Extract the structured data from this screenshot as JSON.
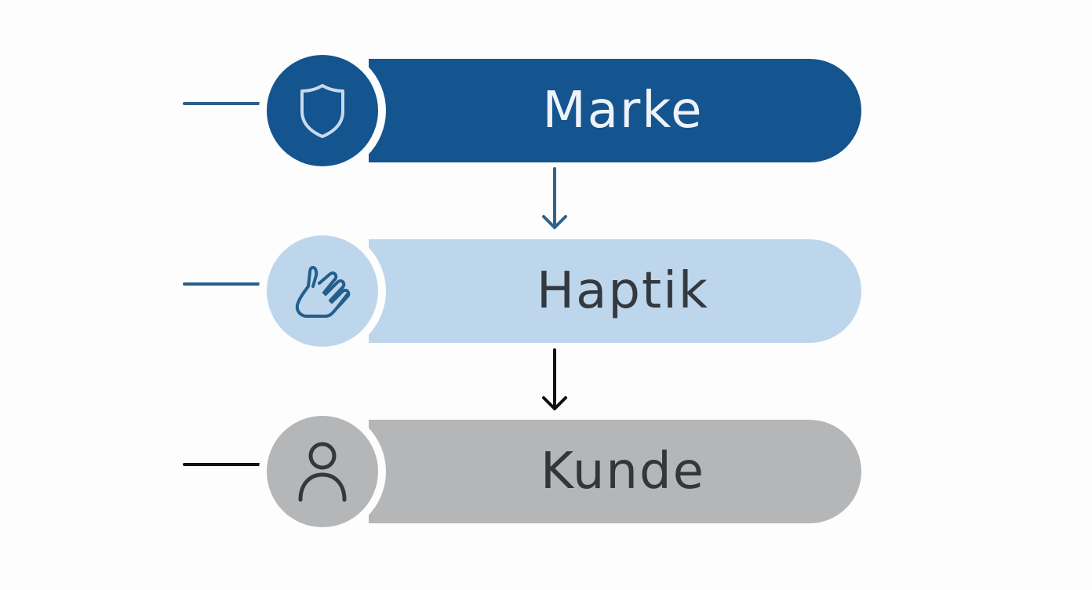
{
  "diagram": {
    "type": "vertical-flow",
    "steps": [
      {
        "label": "Marke",
        "icon": "shield-icon",
        "bar_color": "#14548f",
        "circle_color": "#14548f",
        "icon_color": "#c9d9ec",
        "text_color": "#eef3f9",
        "connector_color": "#2a5f8c"
      },
      {
        "label": "Haptik",
        "icon": "hand-icon",
        "bar_color": "#bed6ec",
        "circle_color": "#bed6ec",
        "icon_color": "#235e8c",
        "text_color": "#33393f",
        "connector_color": "#2a5f8c"
      },
      {
        "label": "Kunde",
        "icon": "person-icon",
        "bar_color": "#b5b6b8",
        "circle_color": "#b5b6b8",
        "icon_color": "#35383b",
        "text_color": "#33373a",
        "connector_color": "#111111"
      }
    ],
    "arrows": [
      {
        "from": "Marke",
        "to": "Haptik",
        "color": "#2f628c"
      },
      {
        "from": "Haptik",
        "to": "Kunde",
        "color": "#111111"
      }
    ]
  }
}
